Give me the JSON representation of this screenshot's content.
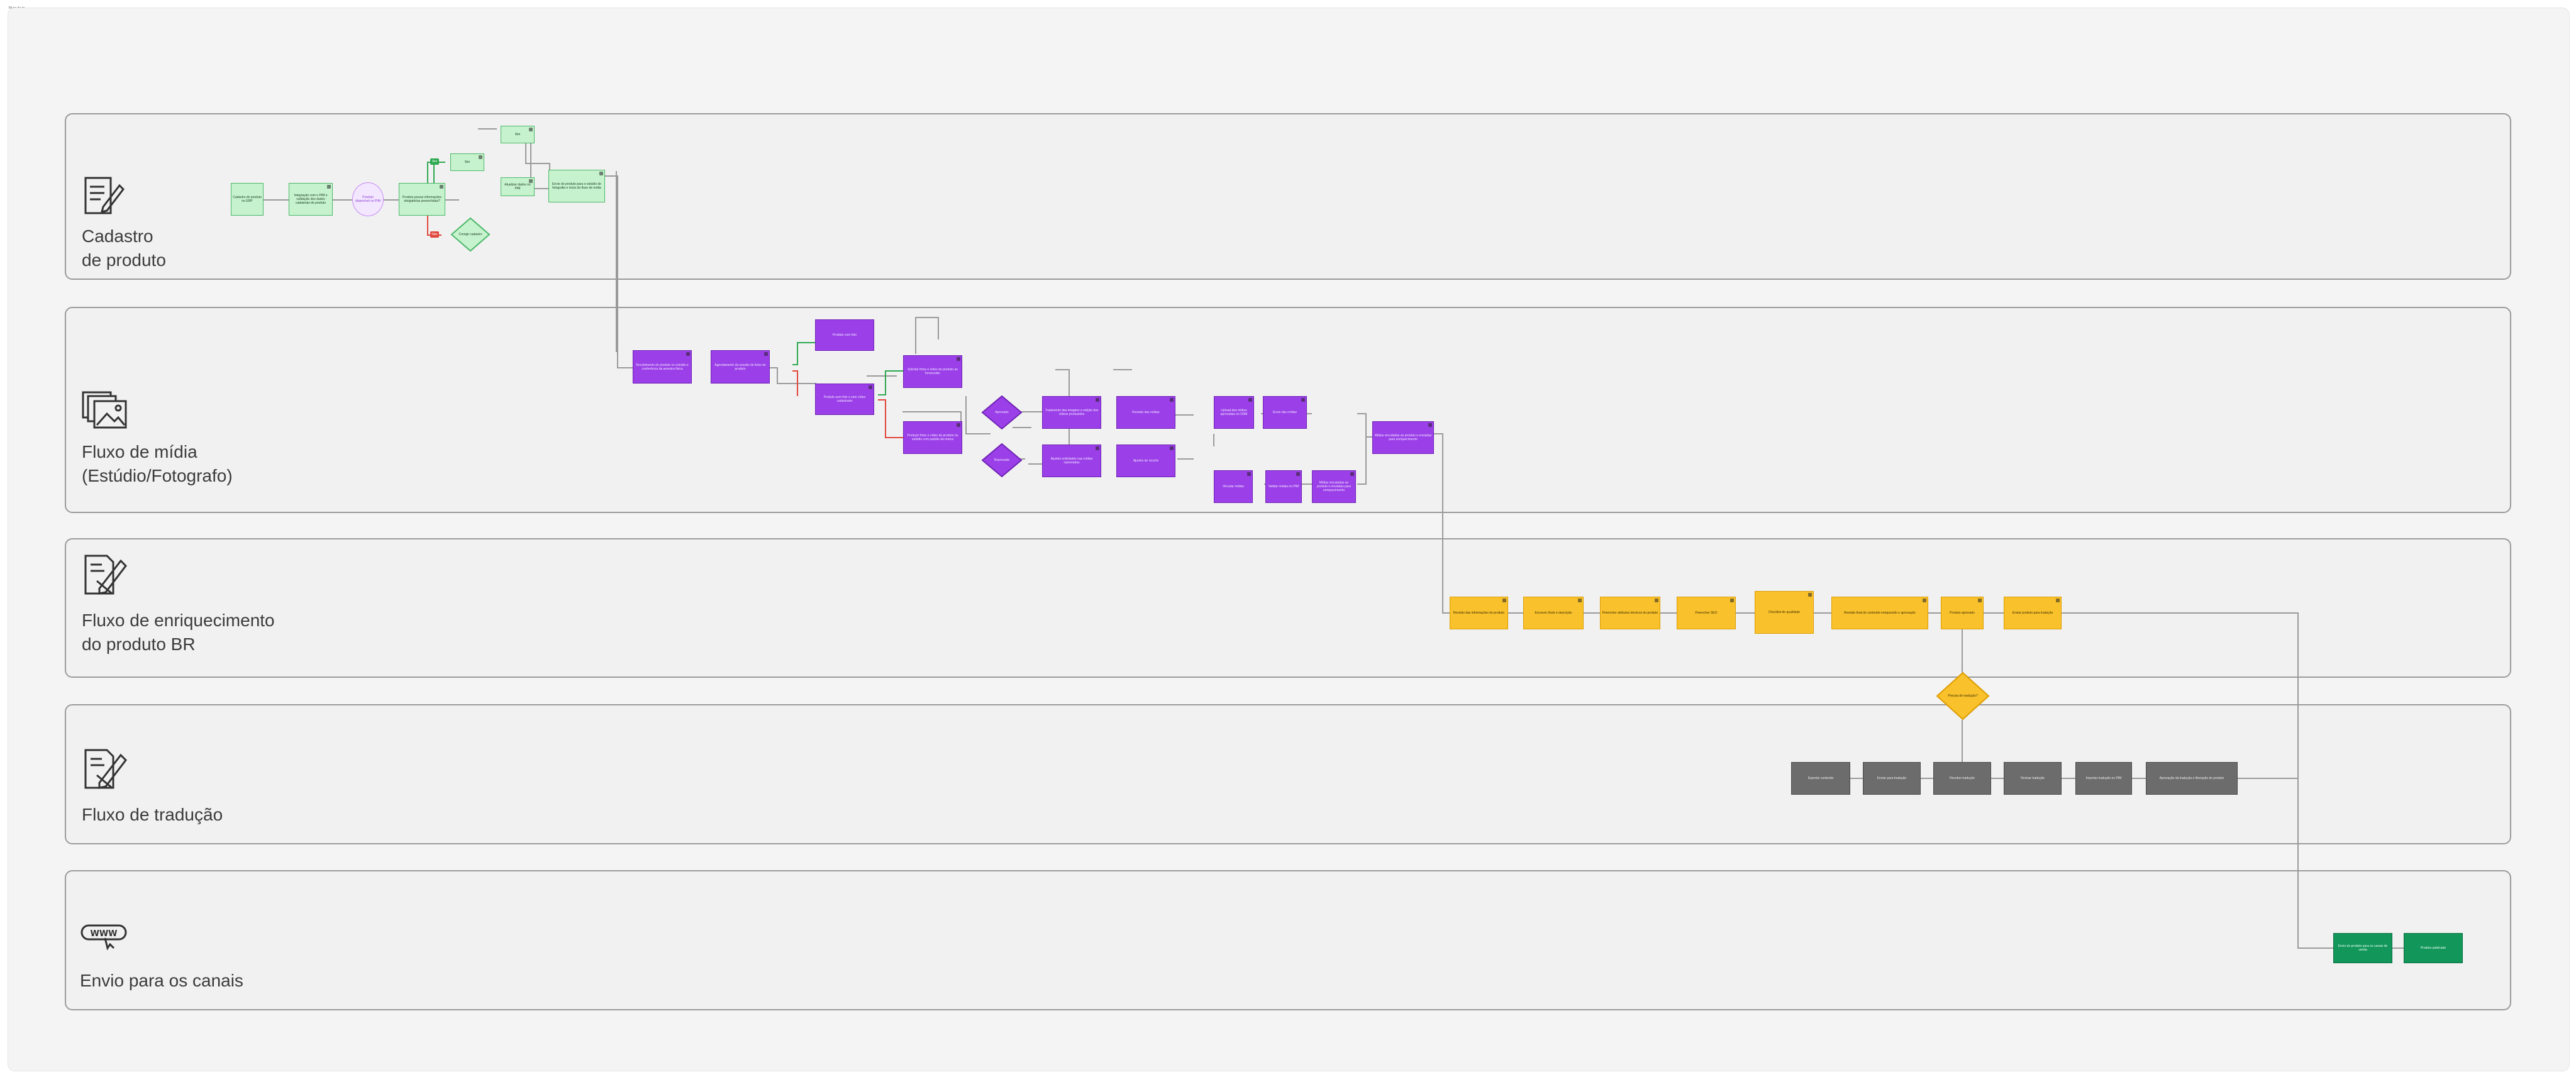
{
  "doc_title": "Fluxo de pr...",
  "lanes": [
    {
      "label": "Cadastro\nde produto",
      "icon": "document-edit-icon"
    },
    {
      "label": "Fluxo de mídia\n(Estúdio/Fotografo)",
      "icon": "photo-gallery-icon"
    },
    {
      "label": "Fluxo de enriquecimento\ndo produto BR",
      "icon": "document-pen-icon"
    },
    {
      "label": "Fluxo de tradução",
      "icon": "document-pen-icon"
    },
    {
      "label": "Envio para os canais",
      "icon": "globe-www-icon"
    }
  ],
  "colors": {
    "green": "#c6f2cd",
    "purple": "#9b3fe8",
    "yellow": "#f9c22c",
    "gray": "#6c6c6c",
    "dark_green": "#12965a",
    "lane_border": "#9a9a9a",
    "edge_yes": "#2ca84e",
    "edge_no": "#e0453a"
  },
  "nodes": {
    "cad_1": "Cadastro do produto no ERP",
    "cad_2": "Integração com o PIM e validação dos dados cadastrais do produto",
    "cad_circle": "Produto disponível no PIM",
    "cad_3": "Produto possui informações obrigatórias preenchidas?",
    "cad_4": "Sim",
    "cad_5a": "Sim",
    "cad_5b": "Atualizar dados no PIM",
    "cad_6": "Envio do produto para o estúdio de fotografia e início do fluxo de mídia",
    "cad_diamond": "Corrigir cadastro",
    "tag_yes": "Sim",
    "tag_no": "Não",
    "m1": "Recebimento do produto no estúdio e conferência da amostra física",
    "m2": "Agendamento da sessão de fotos do produto",
    "m3": "Produto com foto",
    "m4": "Produto sem foto e sem vídeo cadastrado",
    "m5": "Solicitar fotos e vídeo do produto ao fornecedor",
    "m6": "Produzir fotos e vídeo do produto no estúdio com padrão da marca",
    "m_d1": "Aprovado",
    "m_d2": "Reprovado",
    "m7": "Tratamento das imagens e edição dos vídeos produzidos",
    "m8": "Revisão das mídias",
    "m9": "Ajustes solicitados nas mídias reprovadas",
    "m10": "Ajustes de recorte",
    "m11": "Upload das mídias aprovadas no DAM",
    "m12": "Envio das mídias",
    "m13": "Vincular mídias",
    "m14": "Validar mídias no PIM",
    "m15": "Mídias vinculadas ao produto e enviadas para enriquecimento",
    "e1": "Revisão das informações do produto",
    "e2": "Escrever título e descrição",
    "e3": "Preencher atributos técnicos do produto",
    "e4": "Preencher SEO",
    "e5": "Checklist de qualidade",
    "e6": "Revisão final do conteúdo enriquecido e aprovação",
    "e7": "Produto aprovado",
    "e8": "Enviar produto para tradução",
    "e_d": "Precisa de tradução?",
    "t1": "Exportar conteúdo",
    "t2": "Enviar para tradução",
    "t3": "Receber tradução",
    "t4": "Revisar tradução",
    "t5": "Importar tradução no PIM",
    "t6": "Aprovação da tradução e liberação do produto",
    "c1": "Envio do produto para os canais de venda",
    "c2": "Produto publicado"
  }
}
